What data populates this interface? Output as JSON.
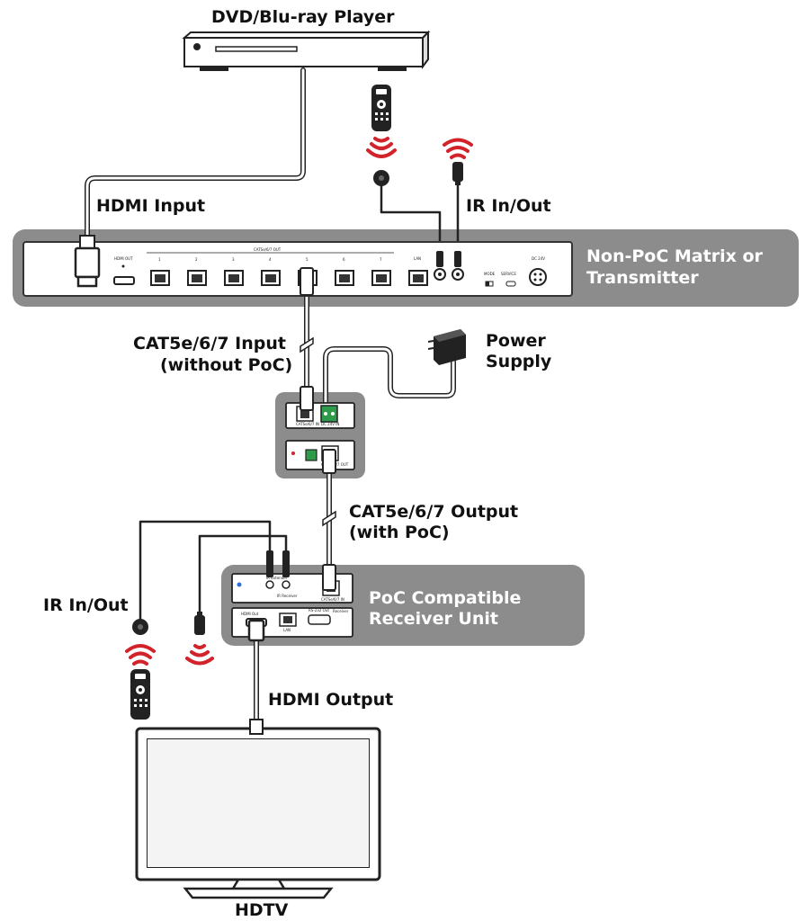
{
  "labels": {
    "dvd_player": "DVD/Blu-ray Player",
    "hdmi_input": "HDMI Input",
    "ir_in_out_top": "IR In/Out",
    "matrix_line1": "Non-PoC Matrix or",
    "matrix_line2": "Transmitter",
    "cat_input_line1": "CAT5e/6/7 Input",
    "cat_input_line2": "(without PoC)",
    "power_line1": "Power",
    "power_line2": "Supply",
    "cat_output_line1": "CAT5e/6/7 Output",
    "cat_output_line2": "(with PoC)",
    "ir_in_out_bottom": "IR In/Out",
    "receiver_line1": "PoC Compatible",
    "receiver_line2": "Receiver Unit",
    "hdmi_output": "HDMI Output",
    "hdtv": "HDTV"
  },
  "matrix_panel": {
    "hdmi_out": "HDMI OUT",
    "cat_out_group": "CATSe/6/7 OUT",
    "ports": [
      "1",
      "2",
      "3",
      "4",
      "5",
      "6",
      "7"
    ],
    "lan": "LAN",
    "mode": "MODE",
    "service": "SERVICE",
    "dc": "DC 24V"
  },
  "injector_panel": {
    "cat_in": "CATSe/6/7 IN",
    "dc_in": "DC 24V IN",
    "cat_out": "CATSe/6/7 OUT"
  },
  "receiver_panel": {
    "ir_extender": "IR Extender",
    "ir_receiver": "IR Receiver",
    "cat_in": "CATSe/6/7 IN",
    "hdmi_out": "HDMI Out",
    "lan": "LAN",
    "rs232": "RS-232 Out",
    "receiver": "Receiver"
  }
}
